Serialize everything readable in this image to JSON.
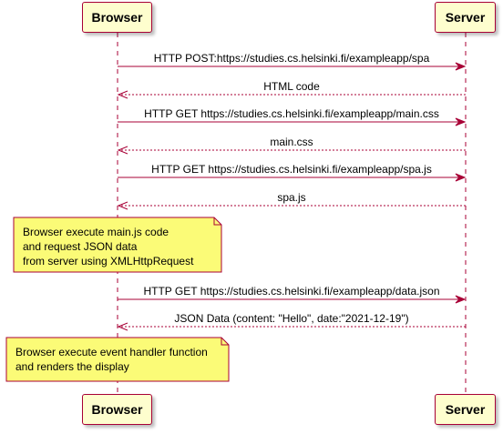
{
  "participants": [
    {
      "id": "browser",
      "label": "Browser"
    },
    {
      "id": "server",
      "label": "Server"
    }
  ],
  "colors": {
    "participant_fill": "#FEFECE",
    "participant_border": "#A80036",
    "arrow": "#A80036",
    "lifeline": "#A80036",
    "note_fill": "#FBFB77",
    "note_border": "#A80036"
  },
  "sequence": [
    {
      "kind": "message",
      "from": "browser",
      "to": "server",
      "style": "solid",
      "label": "HTTP POST:https://studies.cs.helsinki.fi/exampleapp/spa"
    },
    {
      "kind": "message",
      "from": "server",
      "to": "browser",
      "style": "dashed",
      "label": "HTML code"
    },
    {
      "kind": "message",
      "from": "browser",
      "to": "server",
      "style": "solid",
      "label": "HTTP GET https://studies.cs.helsinki.fi/exampleapp/main.css"
    },
    {
      "kind": "message",
      "from": "server",
      "to": "browser",
      "style": "dashed",
      "label": "main.css"
    },
    {
      "kind": "message",
      "from": "browser",
      "to": "server",
      "style": "solid",
      "label": "HTTP GET https://studies.cs.helsinki.fi/exampleapp/spa.js"
    },
    {
      "kind": "message",
      "from": "server",
      "to": "browser",
      "style": "dashed",
      "label": "spa.js"
    },
    {
      "kind": "note",
      "over": "browser",
      "lines": [
        "Browser execute main.js code",
        "and request JSON data",
        "from server using XMLHttpRequest"
      ]
    },
    {
      "kind": "message",
      "from": "browser",
      "to": "server",
      "style": "solid",
      "label": "HTTP GET https://studies.cs.helsinki.fi/exampleapp/data.json"
    },
    {
      "kind": "message",
      "from": "server",
      "to": "browser",
      "style": "dashed",
      "label": "JSON Data (content: \"Hello\", date:\"2021-12-19\")"
    },
    {
      "kind": "note",
      "over": "browser",
      "lines": [
        "Browser execute event handler function",
        "and renders the display"
      ]
    }
  ]
}
